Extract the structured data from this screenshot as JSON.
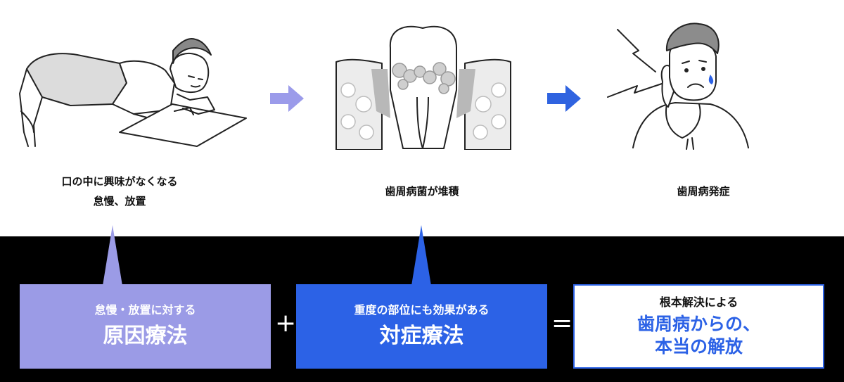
{
  "steps": [
    {
      "caption_line1": "口の中に興味がなくなる",
      "caption_line2": "怠慢、放置",
      "icon": "lying-person-illustration"
    },
    {
      "caption_line1": "歯周病菌が堆積",
      "icon": "tooth-plaque-illustration"
    },
    {
      "caption_line1": "歯周病発症",
      "icon": "toothache-person-illustration"
    }
  ],
  "arrows": [
    {
      "icon": "arrow-right-icon",
      "color": "#9b9bea"
    },
    {
      "icon": "arrow-right-icon",
      "color": "#2f63e0"
    }
  ],
  "boxes": [
    {
      "subtitle": "怠慢・放置に対する",
      "title": "原因療法",
      "background": "#9b9be6",
      "text_color": "#ffffff"
    },
    {
      "subtitle": "重度の部位にも効果がある",
      "title": "対症療法",
      "background": "#2c62e6",
      "text_color": "#ffffff"
    },
    {
      "subtitle": "根本解決による",
      "title_line1": "歯周病からの、",
      "title_line2": "本当の解放",
      "background": "#ffffff",
      "text_color": "#2c62e6"
    }
  ],
  "operators": {
    "plus": "+",
    "equals": "="
  }
}
